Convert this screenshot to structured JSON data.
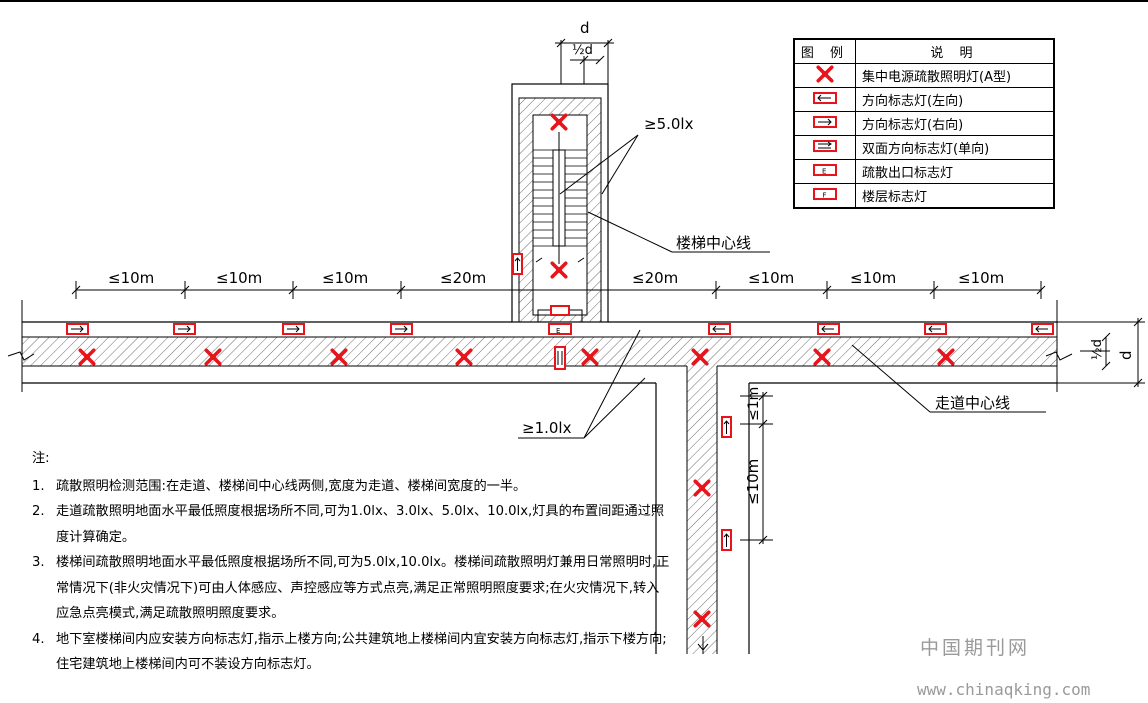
{
  "drawing": {
    "dim_d": "d",
    "dim_half_d": "½d",
    "dim_half_d_side": "½d",
    "dim_d_side": "d",
    "spacing_left": [
      "≤10m",
      "≤10m",
      "≤10m",
      "≤20m"
    ],
    "spacing_right": [
      "≤20m",
      "≤10m",
      "≤10m",
      "≤10m"
    ],
    "spacing_vertical_1": "≤1m",
    "spacing_vertical_2": "≤10m",
    "stair_lux": "≥5.0lx",
    "corridor_lux": "≥1.0lx",
    "stair_centerline": "楼梯中心线",
    "corridor_centerline": "走道中心线"
  },
  "legend": {
    "header_symbol": "图 例",
    "header_desc": "说 明",
    "items": [
      {
        "icon": "central-power-emergency-light-icon",
        "label": "集中电源疏散照明灯(A型)"
      },
      {
        "icon": "direction-sign-left-icon",
        "label": "方向标志灯(左向)"
      },
      {
        "icon": "direction-sign-right-icon",
        "label": "方向标志灯(右向)"
      },
      {
        "icon": "double-sided-direction-sign-icon",
        "label": "双面方向标志灯(单向)"
      },
      {
        "icon": "exit-sign-icon",
        "label": "疏散出口标志灯"
      },
      {
        "icon": "floor-sign-icon",
        "label": "楼层标志灯"
      }
    ]
  },
  "notes": {
    "heading": "注:",
    "items": [
      {
        "num": "1.",
        "text": "疏散照明检测范围:在走道、楼梯间中心线两侧,宽度为走道、楼梯间宽度的一半。"
      },
      {
        "num": "2.",
        "text": "走道疏散照明地面水平最低照度根据场所不同,可为1.0lx、3.0lx、5.0lx、10.0lx,灯具的布置间距通过照度计算确定。"
      },
      {
        "num": "3.",
        "text": "楼梯间疏散照明地面水平最低照度根据场所不同,可为5.0lx,10.0lx。楼梯间疏散照明灯兼用日常照明时,正常情况下(非火灾情况下)可由人体感应、声控感应等方式点亮,满足正常照明照度要求;在火灾情况下,转入应急点亮模式,满足疏散照明照度要求。"
      },
      {
        "num": "4.",
        "text": "地下室楼梯间内应安装方向标志灯,指示上楼方向;公共建筑地上楼梯间内宜安装方向标志灯,指示下楼方向;住宅建筑地上楼梯间内可不装设方向标志灯。"
      }
    ]
  },
  "watermark": {
    "cn": "中国期刊网",
    "url": "www.chinaqking.com"
  },
  "colors": {
    "lamp": "#e8141c",
    "line": "#000000",
    "hatch": "#777777"
  }
}
